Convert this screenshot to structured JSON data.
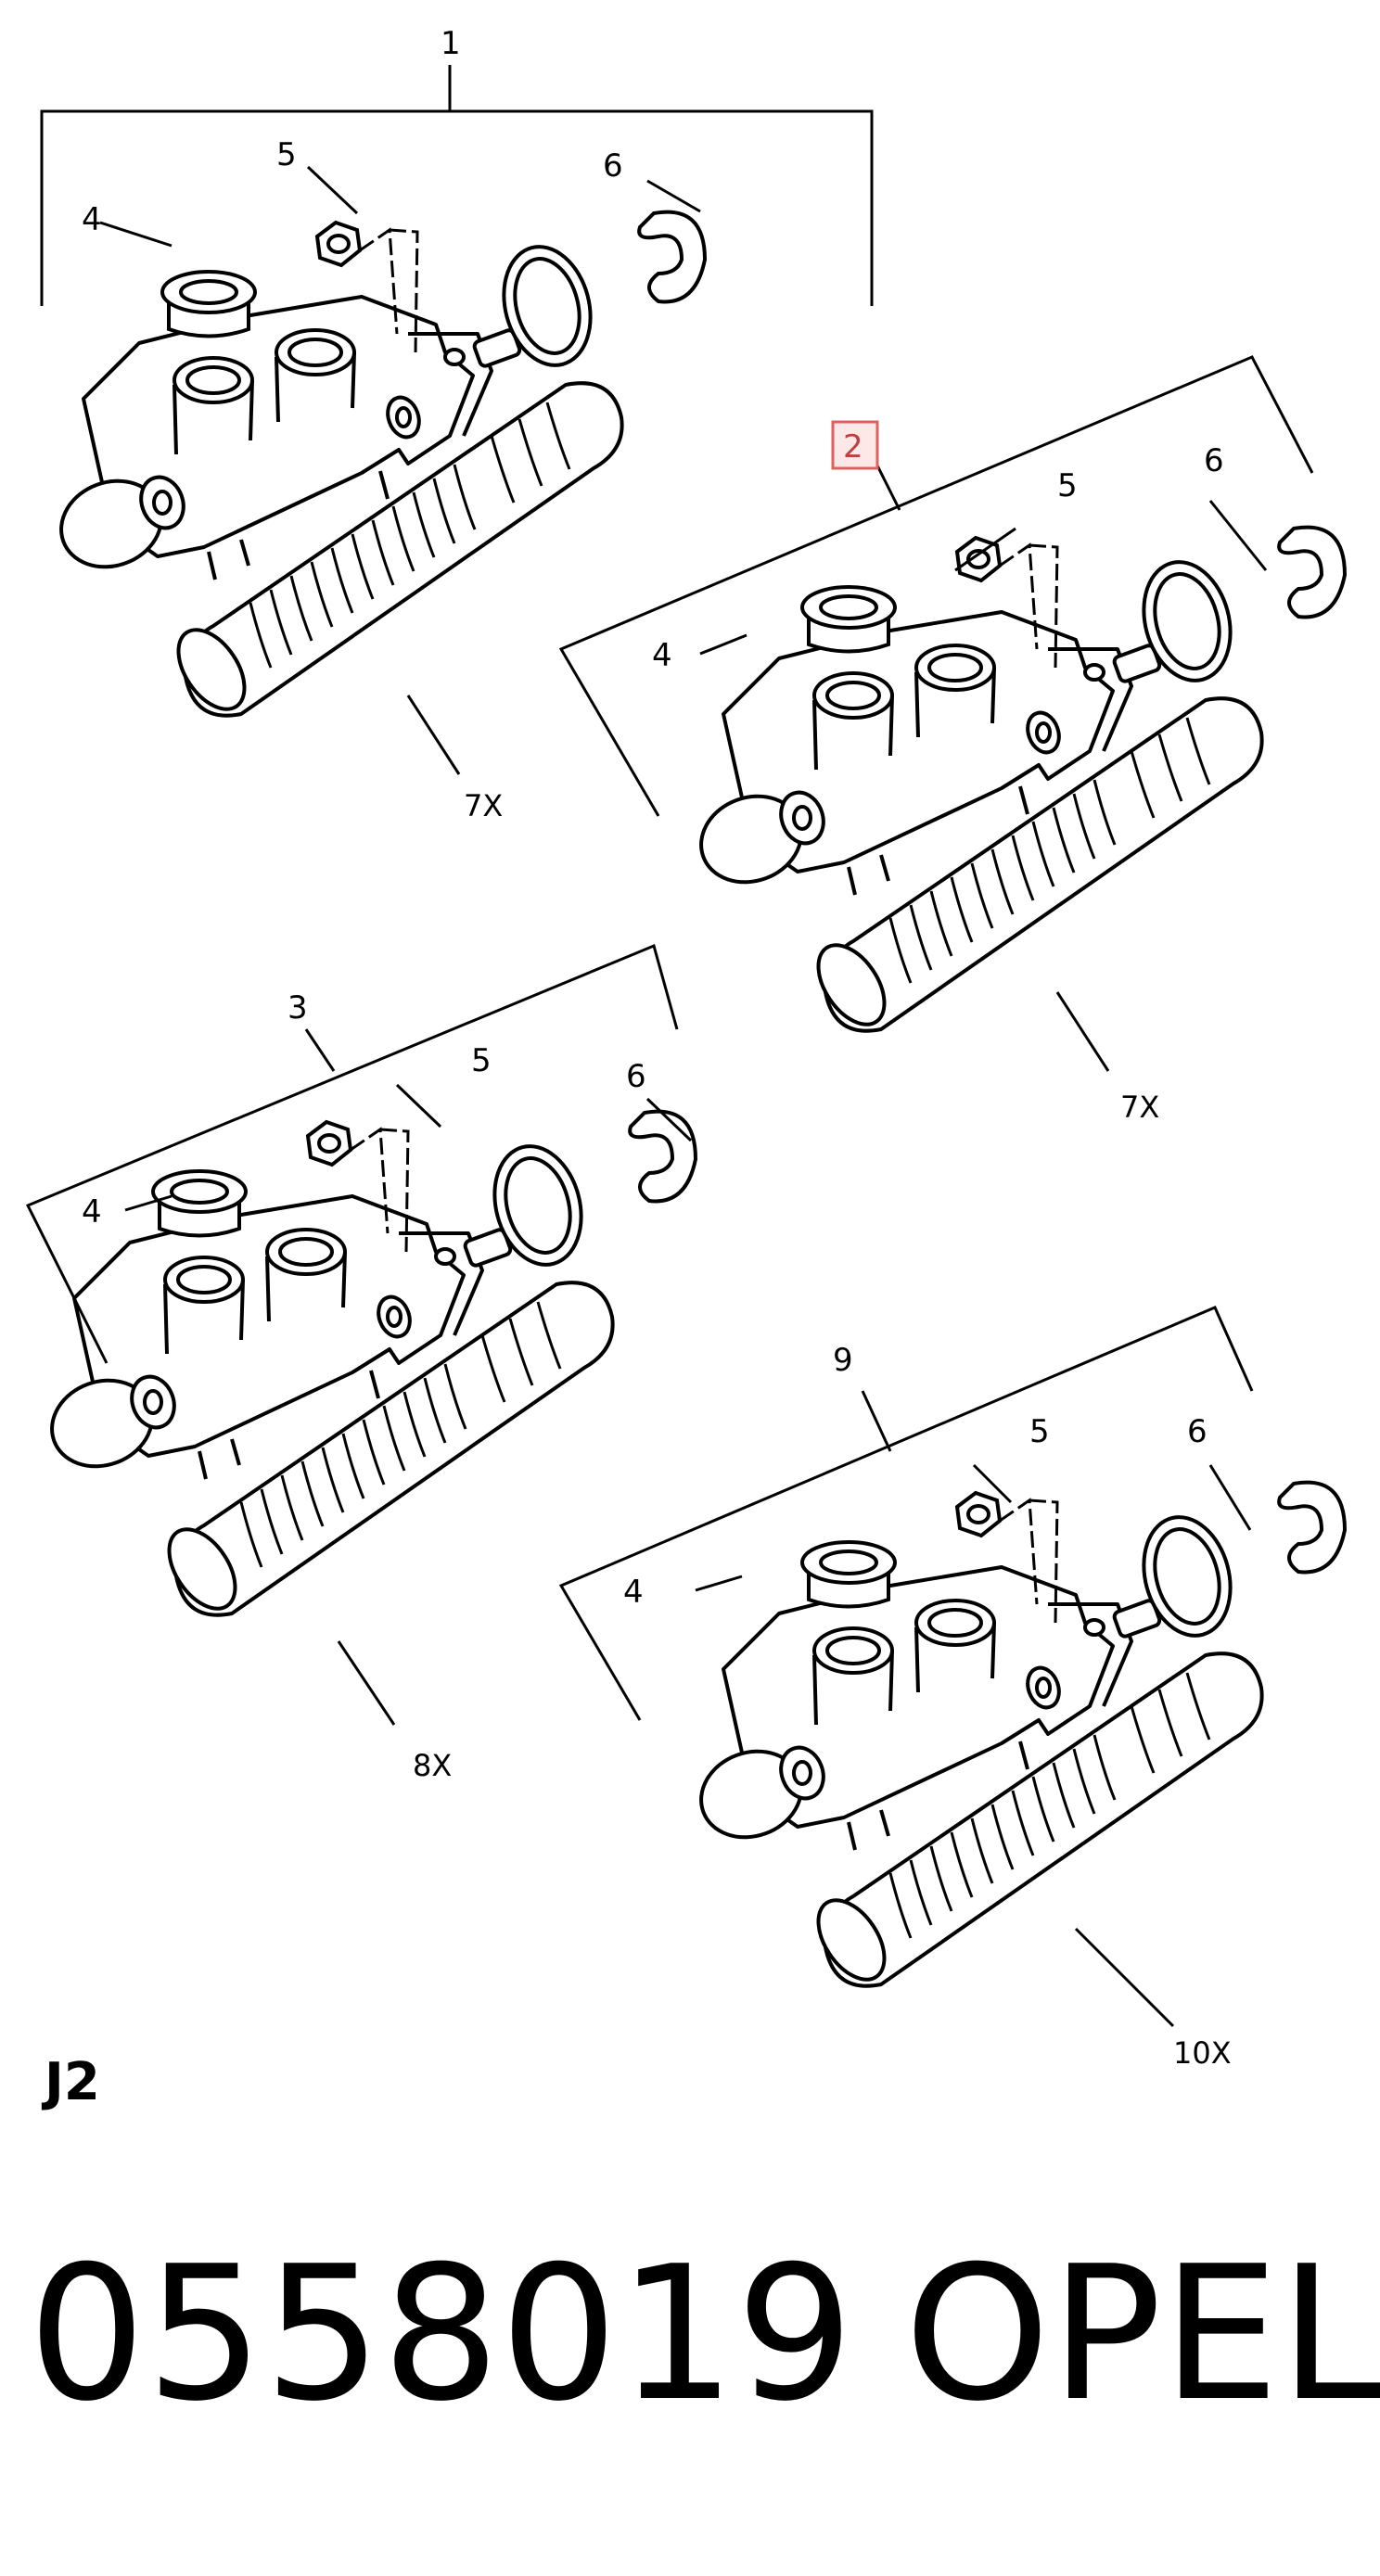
{
  "sheet_code": "J2",
  "part_number": "0558019",
  "brand": "OPEL",
  "highlight_color": "#e06060",
  "assemblies": [
    {
      "ref": "1",
      "highlighted": false,
      "labels": {
        "cap": "4",
        "nut": "5",
        "clip": "6",
        "spring": "7X"
      }
    },
    {
      "ref": "2",
      "highlighted": true,
      "labels": {
        "cap": "4",
        "nut": "5",
        "clip": "6",
        "spring": "7X"
      }
    },
    {
      "ref": "3",
      "highlighted": false,
      "labels": {
        "cap": "4",
        "nut": "5",
        "clip": "6",
        "spring": "8X"
      }
    },
    {
      "ref": "9",
      "highlighted": false,
      "labels": {
        "cap": "4",
        "nut": "5",
        "clip": "6",
        "spring": "10X"
      }
    }
  ]
}
